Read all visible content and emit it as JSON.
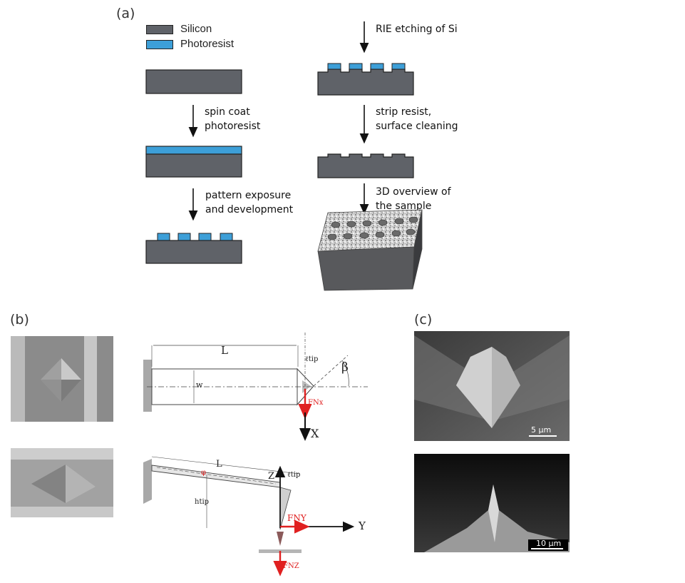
{
  "panels": {
    "a": "(a)",
    "b": "(b)",
    "c": "(c)"
  },
  "legend": {
    "items": [
      {
        "label": "Silicon",
        "color": "#5f6268"
      },
      {
        "label": "Photoresist",
        "color": "#3d9fd8"
      }
    ]
  },
  "steps": {
    "spin_line1": "spin coat",
    "spin_line2": "photoresist",
    "pattern_line1": "pattern exposure",
    "pattern_line2": "and development",
    "rie": "RIE etching of Si",
    "strip_line1": "strip resist,",
    "strip_line2": "surface cleaning",
    "overview_line1": "3D overview of",
    "overview_line2": "the sample"
  },
  "mechanics_top": {
    "L": "L",
    "w": "w",
    "ltip": "ℓtip",
    "beta": "β",
    "force": "FNx",
    "axis": "X"
  },
  "mechanics_side": {
    "L": "L",
    "phi": "φ",
    "htip": "htip",
    "ltip": "ℓtip",
    "z": "Z",
    "y": "Y",
    "fny": "FNY",
    "fnz": "FNZ"
  },
  "scale_bars": {
    "top": "5 µm",
    "bottom": "10 µm"
  },
  "colors": {
    "silicon": "#5f6268",
    "photoresist": "#3d9fd8",
    "force": "#e02020"
  }
}
